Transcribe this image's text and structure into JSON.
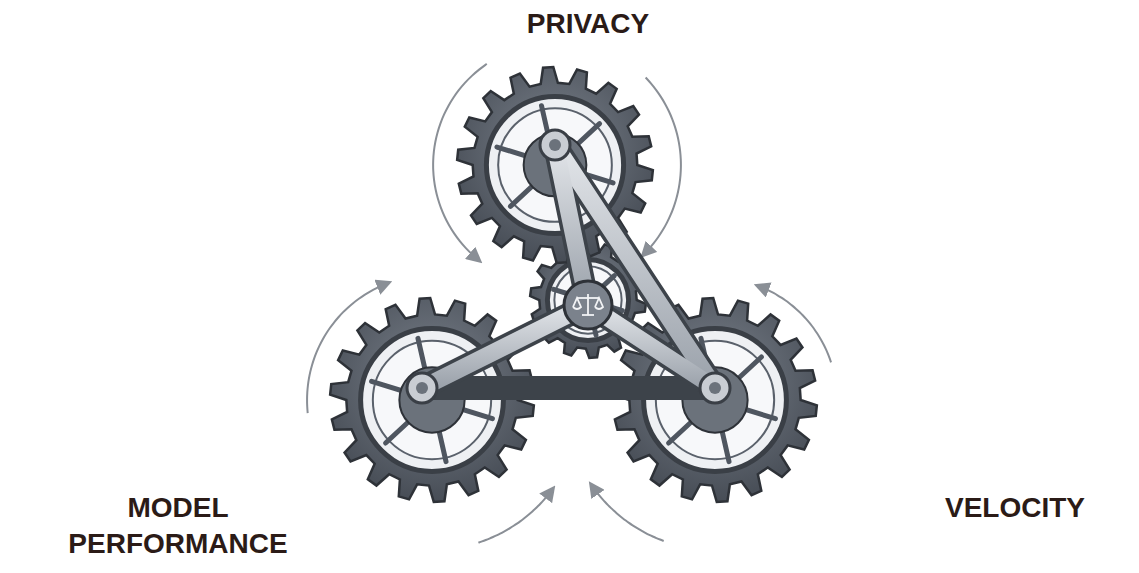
{
  "diagram": {
    "labels": [
      "PRIVACY",
      "MODEL PERFORMANCE",
      "VELOCITY"
    ]
  }
}
